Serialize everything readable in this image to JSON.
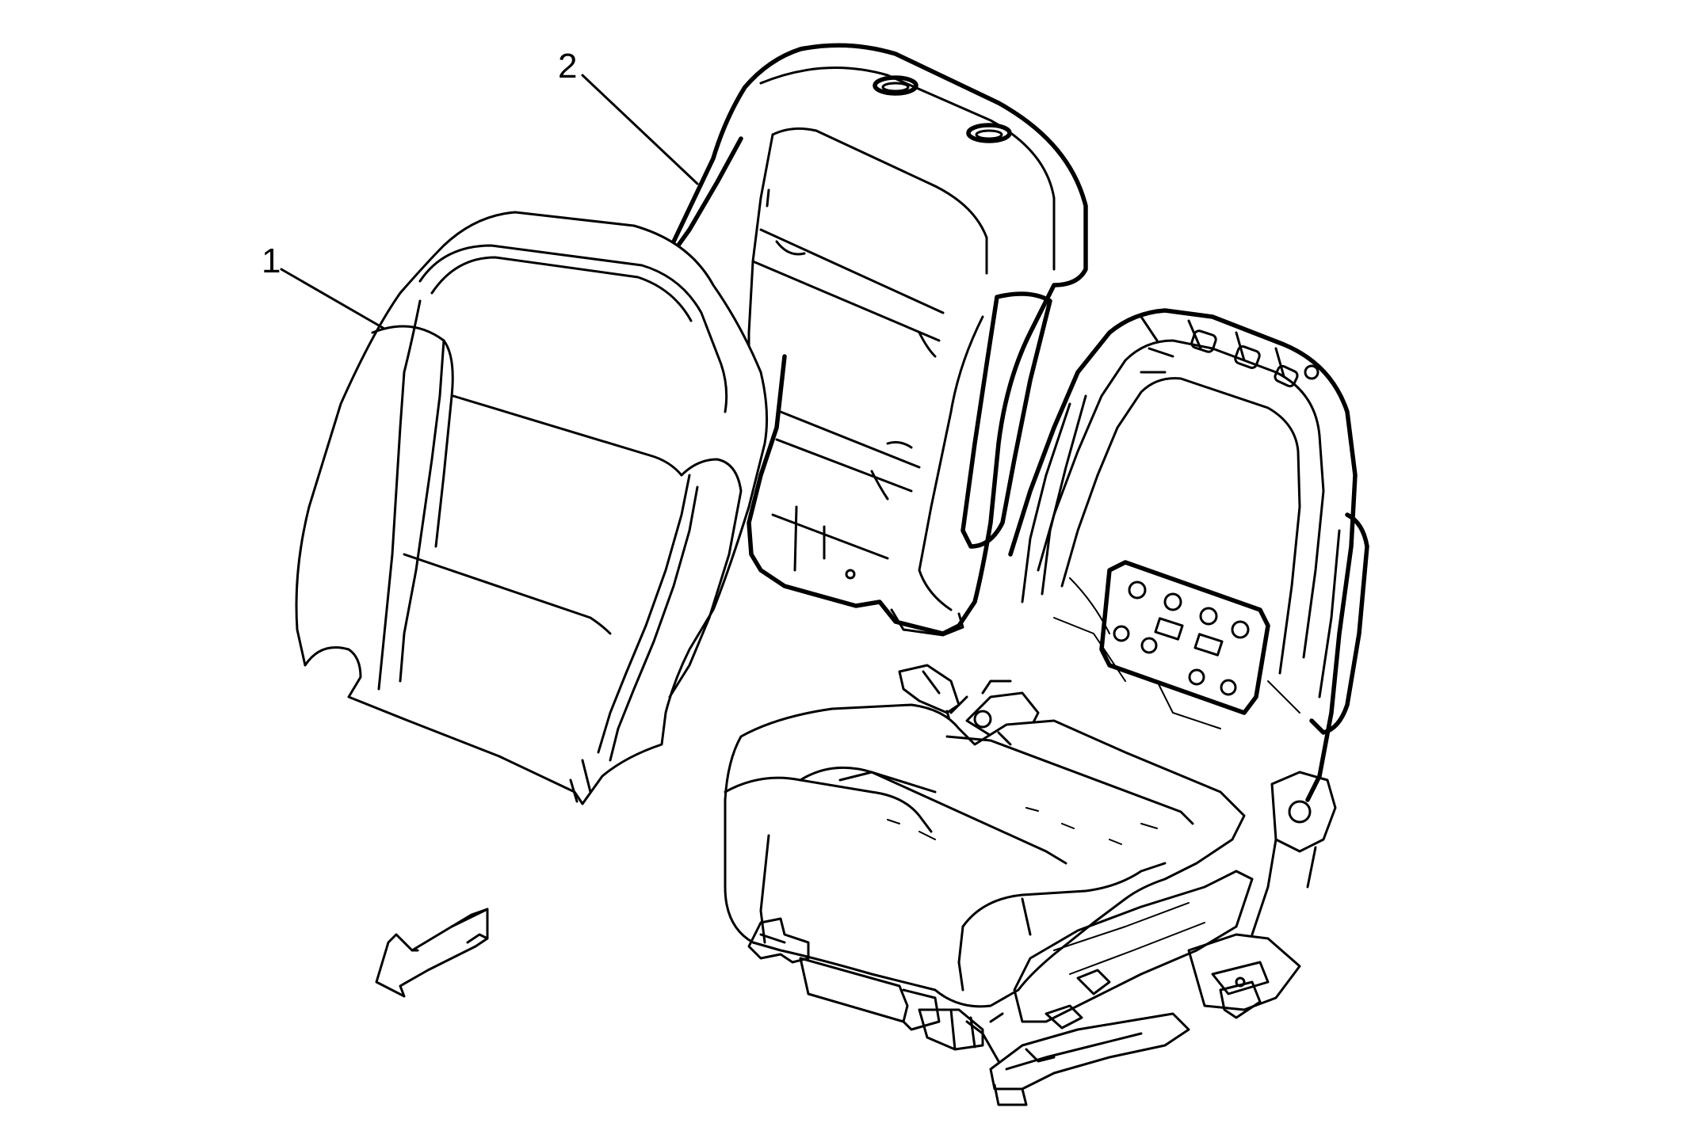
{
  "callouts": [
    {
      "label": "1",
      "part": "seat-back-cover"
    },
    {
      "label": "2",
      "part": "seat-back-pad"
    }
  ],
  "colors": {
    "line": "#000000",
    "background": "#ffffff"
  },
  "icons": {
    "direction_arrow": "front-direction-arrow-icon"
  }
}
